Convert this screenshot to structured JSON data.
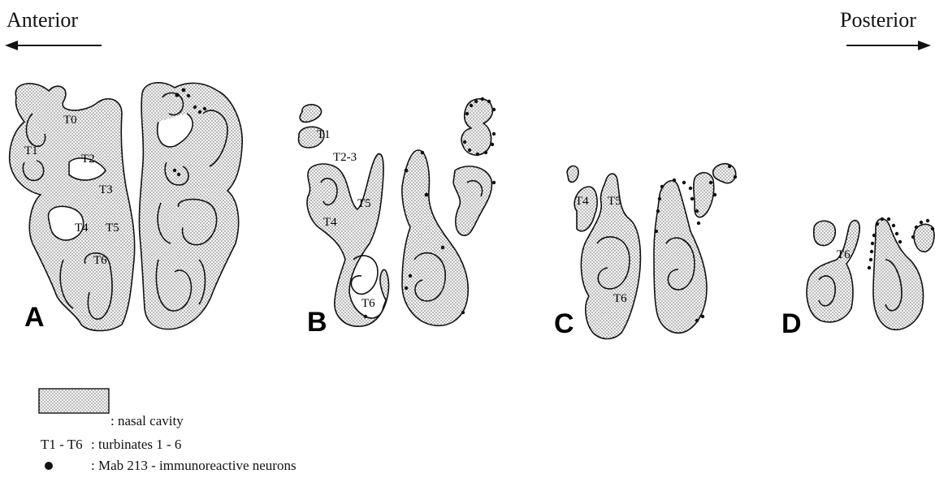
{
  "direction": {
    "anterior": "Anterior",
    "posterior": "Posterior"
  },
  "panels": [
    {
      "letter": "A",
      "turbinate_labels": [
        "T0",
        "T1",
        "T2",
        "T3",
        "T4",
        "T5",
        "T6"
      ]
    },
    {
      "letter": "B",
      "turbinate_labels": [
        "T1",
        "T2-3",
        "T4",
        "T5",
        "T6"
      ]
    },
    {
      "letter": "C",
      "turbinate_labels": [
        "T4",
        "T5",
        "T6"
      ]
    },
    {
      "letter": "D",
      "turbinate_labels": [
        "T6"
      ]
    }
  ],
  "legend": {
    "nasal_cavity": ": nasal cavity",
    "turbinates_key": "T1 - T6",
    "turbinates": ": turbinates 1 - 6",
    "neurons": ": Mab 213 - immunoreactive neurons"
  },
  "colors": {
    "ink": "#111111",
    "fill_stipple": "#f2f2f2"
  }
}
